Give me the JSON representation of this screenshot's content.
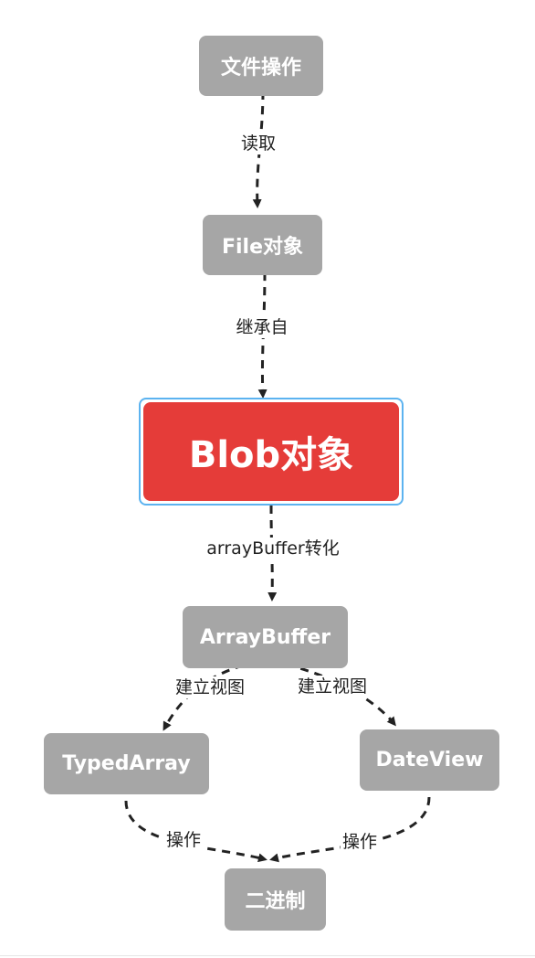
{
  "nodes": {
    "file_ops": "文件操作",
    "file_object": "File对象",
    "blob_object": "Blob对象",
    "array_buffer": "ArrayBuffer",
    "typed_array": "TypedArray",
    "date_view": "DateView",
    "binary": "二进制"
  },
  "edges": {
    "read": "读取",
    "inherits_from": "继承自",
    "array_buffer_convert": "arrayBuffer转化",
    "create_view_left": "建立视图",
    "create_view_right": "建立视图",
    "operate_left": "操作",
    "operate_right": "操作"
  },
  "colors": {
    "node_fill": "#a6a6a6",
    "highlight_fill": "#e53c39",
    "highlight_outline": "#5cb3f0",
    "edge_stroke": "#222222"
  }
}
